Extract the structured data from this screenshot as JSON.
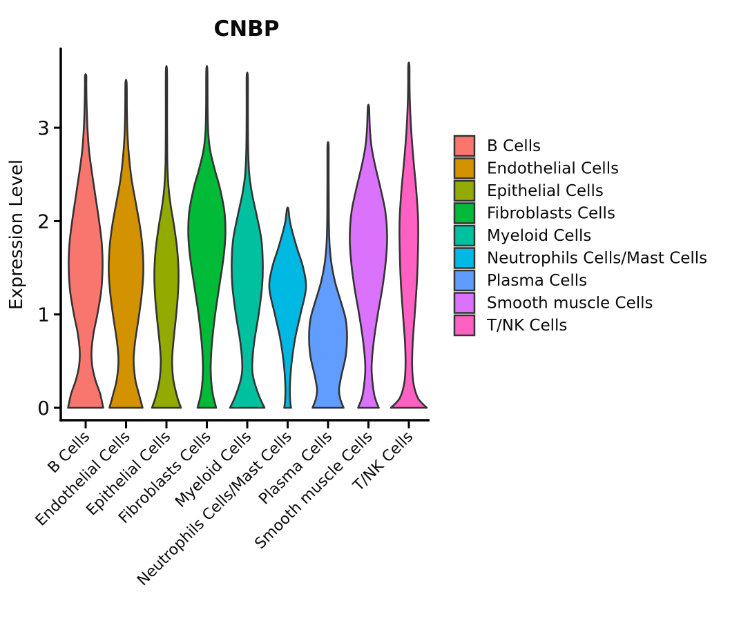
{
  "chart_data": {
    "type": "violin",
    "title": "CNBP",
    "ylabel": "Expression Level",
    "xlabel": "",
    "y_ticks": [
      "0",
      "1",
      "2",
      "3"
    ],
    "ylim": [
      -0.15,
      3.85
    ],
    "grid": false,
    "legend_position": "right",
    "outline_color": "#333333",
    "categories": [
      "B Cells",
      "Endothelial Cells",
      "Epithelial Cells",
      "Fibroblasts Cells",
      "Myeloid Cells",
      "Neutrophils Cells/Mast Cells",
      "Plasma Cells",
      "Smooth muscle Cells",
      "T/NK Cells"
    ],
    "colors": [
      "#F8766D",
      "#D39200",
      "#93AA00",
      "#00BA38",
      "#00C19F",
      "#00B9E3",
      "#619CFF",
      "#DB72FB",
      "#FF61C3"
    ],
    "series": [
      {
        "name": "B Cells",
        "color": "#F8766D",
        "max_expression": 3.56,
        "profile": [
          [
            0,
            25.5
          ],
          [
            0.15,
            21
          ],
          [
            0.3,
            14
          ],
          [
            0.45,
            9.5
          ],
          [
            0.6,
            8.5
          ],
          [
            0.8,
            11.5
          ],
          [
            1.0,
            17
          ],
          [
            1.25,
            22.5
          ],
          [
            1.5,
            24.5
          ],
          [
            1.75,
            23.5
          ],
          [
            2.0,
            19.5
          ],
          [
            2.25,
            14.5
          ],
          [
            2.5,
            9.5
          ],
          [
            2.75,
            5
          ],
          [
            3.0,
            2.6
          ],
          [
            3.25,
            1.4
          ],
          [
            3.45,
            1
          ],
          [
            3.56,
            0.9
          ]
        ]
      },
      {
        "name": "Endothelial Cells",
        "color": "#D39200",
        "max_expression": 3.48,
        "profile": [
          [
            0,
            24
          ],
          [
            0.15,
            18.5
          ],
          [
            0.3,
            13.5
          ],
          [
            0.5,
            11
          ],
          [
            0.7,
            13
          ],
          [
            0.95,
            18
          ],
          [
            1.2,
            22.5
          ],
          [
            1.45,
            25
          ],
          [
            1.7,
            24
          ],
          [
            1.95,
            20
          ],
          [
            2.2,
            14
          ],
          [
            2.45,
            8
          ],
          [
            2.7,
            4.2
          ],
          [
            2.95,
            2
          ],
          [
            3.2,
            1.2
          ],
          [
            3.48,
            0.9
          ]
        ]
      },
      {
        "name": "Epithelial Cells",
        "color": "#93AA00",
        "max_expression": 3.61,
        "profile": [
          [
            0,
            21
          ],
          [
            0.12,
            15.5
          ],
          [
            0.3,
            10
          ],
          [
            0.5,
            8.2
          ],
          [
            0.7,
            10
          ],
          [
            0.95,
            13.5
          ],
          [
            1.2,
            16.5
          ],
          [
            1.45,
            17.5
          ],
          [
            1.7,
            15.5
          ],
          [
            1.95,
            11
          ],
          [
            2.15,
            6.5
          ],
          [
            2.35,
            3.2
          ],
          [
            2.6,
            1.4
          ],
          [
            2.9,
            1
          ],
          [
            3.2,
            0.9
          ],
          [
            3.61,
            0.8
          ]
        ]
      },
      {
        "name": "Fibroblasts Cells",
        "color": "#00BA38",
        "max_expression": 3.61,
        "profile": [
          [
            0,
            13.5
          ],
          [
            0.15,
            8.5
          ],
          [
            0.3,
            6.2
          ],
          [
            0.45,
            5.6
          ],
          [
            0.7,
            7.5
          ],
          [
            1.0,
            12
          ],
          [
            1.3,
            18
          ],
          [
            1.6,
            24
          ],
          [
            1.85,
            26.8
          ],
          [
            2.1,
            25.5
          ],
          [
            2.35,
            19
          ],
          [
            2.55,
            11.5
          ],
          [
            2.75,
            5
          ],
          [
            2.95,
            2
          ],
          [
            3.2,
            1.1
          ],
          [
            3.61,
            0.8
          ]
        ]
      },
      {
        "name": "Myeloid Cells",
        "color": "#00C19F",
        "max_expression": 3.56,
        "profile": [
          [
            0,
            25
          ],
          [
            0.12,
            17.5
          ],
          [
            0.3,
            9.5
          ],
          [
            0.45,
            7.2
          ],
          [
            0.7,
            10
          ],
          [
            1.0,
            16.5
          ],
          [
            1.3,
            21.5
          ],
          [
            1.55,
            22.5
          ],
          [
            1.8,
            20.5
          ],
          [
            2.05,
            14
          ],
          [
            2.3,
            6.8
          ],
          [
            2.5,
            3
          ],
          [
            2.75,
            1.4
          ],
          [
            3.0,
            1
          ],
          [
            3.3,
            0.9
          ],
          [
            3.56,
            0.8
          ]
        ]
      },
      {
        "name": "Neutrophils Cells/Mast Cells",
        "color": "#00B9E3",
        "max_expression": 2.13,
        "profile": [
          [
            0,
            5
          ],
          [
            0.08,
            3.6
          ],
          [
            0.25,
            3.4
          ],
          [
            0.5,
            6
          ],
          [
            0.75,
            11
          ],
          [
            1.0,
            18.5
          ],
          [
            1.28,
            26.5
          ],
          [
            1.5,
            22.5
          ],
          [
            1.7,
            14
          ],
          [
            1.88,
            7
          ],
          [
            2.0,
            3.2
          ],
          [
            2.13,
            1
          ]
        ]
      },
      {
        "name": "Plasma Cells",
        "color": "#619CFF",
        "max_expression": 2.82,
        "profile": [
          [
            0,
            22.5
          ],
          [
            0.1,
            17.5
          ],
          [
            0.2,
            16
          ],
          [
            0.35,
            19.5
          ],
          [
            0.55,
            25.5
          ],
          [
            0.75,
            27.5
          ],
          [
            0.95,
            25.5
          ],
          [
            1.15,
            18
          ],
          [
            1.35,
            10
          ],
          [
            1.55,
            4.8
          ],
          [
            1.75,
            2.2
          ],
          [
            2.0,
            1.2
          ],
          [
            2.3,
            1
          ],
          [
            2.6,
            0.9
          ],
          [
            2.82,
            0.8
          ]
        ]
      },
      {
        "name": "Smooth muscle Cells",
        "color": "#DB72FB",
        "max_expression": 3.22,
        "profile": [
          [
            0,
            15
          ],
          [
            0.12,
            9
          ],
          [
            0.3,
            5.5
          ],
          [
            0.45,
            4.6
          ],
          [
            0.7,
            7.5
          ],
          [
            1.0,
            13.5
          ],
          [
            1.3,
            20.5
          ],
          [
            1.6,
            25.5
          ],
          [
            1.85,
            27
          ],
          [
            2.1,
            24.5
          ],
          [
            2.35,
            17.5
          ],
          [
            2.6,
            9.5
          ],
          [
            2.8,
            4.4
          ],
          [
            3.0,
            2
          ],
          [
            3.22,
            0.9
          ]
        ]
      },
      {
        "name": "T/NK Cells",
        "color": "#FF61C3",
        "max_expression": 3.67,
        "profile": [
          [
            0,
            26
          ],
          [
            0.1,
            13.5
          ],
          [
            0.25,
            7
          ],
          [
            0.45,
            4.8
          ],
          [
            0.7,
            5.6
          ],
          [
            1.0,
            8.5
          ],
          [
            1.4,
            12
          ],
          [
            1.8,
            13.5
          ],
          [
            2.05,
            13.2
          ],
          [
            2.35,
            10.5
          ],
          [
            2.65,
            6.8
          ],
          [
            2.95,
            3.6
          ],
          [
            3.25,
            1.6
          ],
          [
            3.45,
            1
          ],
          [
            3.67,
            0.8
          ]
        ]
      }
    ]
  }
}
